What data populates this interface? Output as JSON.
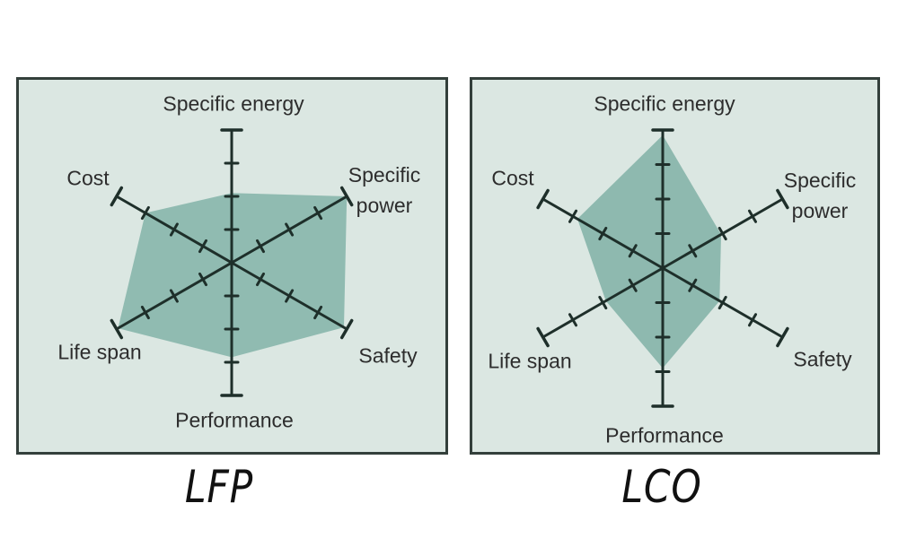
{
  "colors": {
    "panel_bg": "#dbe7e2",
    "panel_border": "#333f3b",
    "label_text": "#2d2d2d",
    "caption_text": "#111111",
    "axis_line": "#1e2f2a"
  },
  "axis_labels": {
    "specific_energy": "Specific energy",
    "specific_power_line1": "Specific",
    "specific_power_line2": "power",
    "safety": "Safety",
    "performance": "Performance",
    "life_span": "Life span",
    "cost": "Cost"
  },
  "chart_data": [
    {
      "type": "radar",
      "title": "LFP",
      "categories": [
        "Specific energy",
        "Specific power",
        "Safety",
        "Performance",
        "Life span",
        "Cost"
      ],
      "values": [
        2.1,
        4.0,
        3.9,
        2.85,
        3.95,
        3.0
      ],
      "max": 4,
      "ticks_per_axis": 4,
      "grid": "ticks-only",
      "legend": "none",
      "fill_color": "#8cb8ae",
      "axis_color": "#1e2f2a"
    },
    {
      "type": "radar",
      "title": "LCO",
      "categories": [
        "Specific energy",
        "Specific power",
        "Safety",
        "Performance",
        "Life span",
        "Cost"
      ],
      "values": [
        3.85,
        1.95,
        1.9,
        2.9,
        1.9,
        2.85
      ],
      "max": 4,
      "ticks_per_axis": 4,
      "grid": "ticks-only",
      "legend": "none",
      "fill_color": "#8ab6ac",
      "axis_color": "#1e2f2a"
    }
  ]
}
